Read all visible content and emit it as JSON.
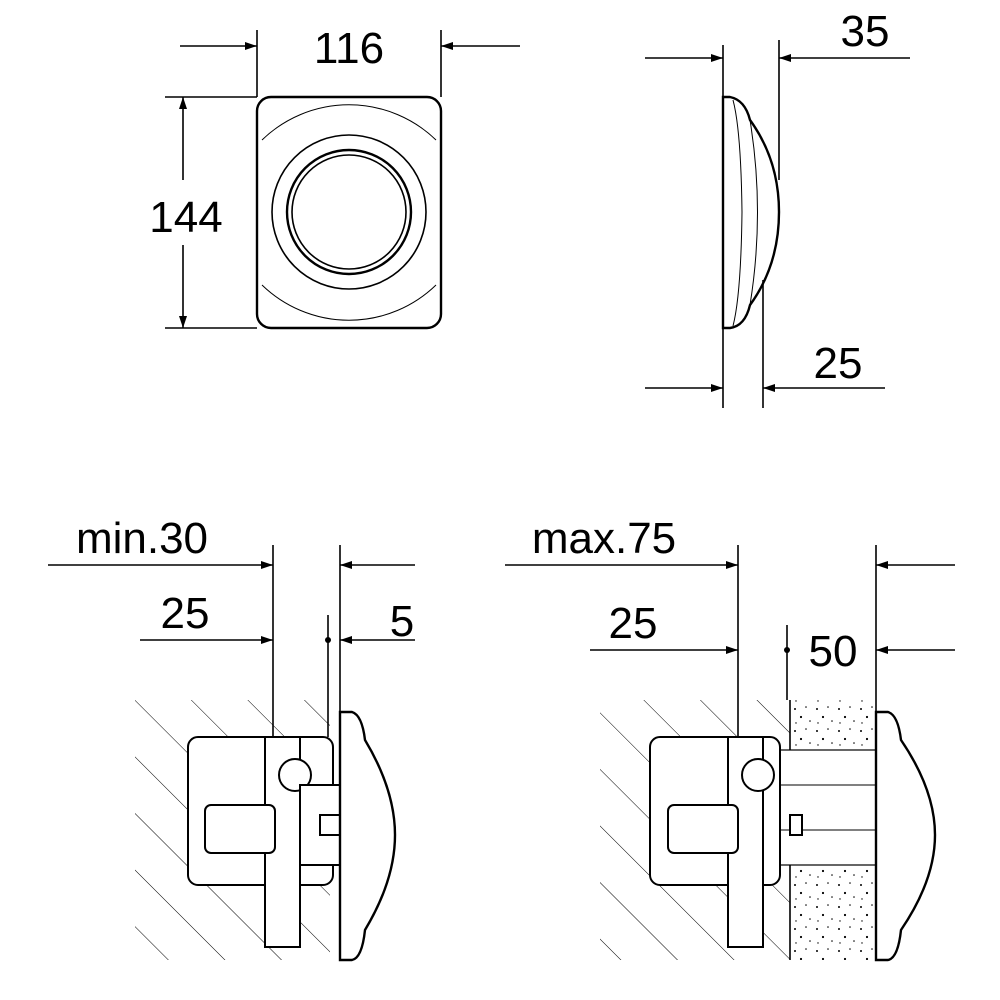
{
  "front_view": {
    "width_label": "116",
    "height_label": "144"
  },
  "side_view": {
    "depth_label": "35",
    "plate_label": "25"
  },
  "install_min": {
    "total_label": "min.30",
    "plate_label": "25",
    "gap_label": "5"
  },
  "install_max": {
    "total_label": "max.75",
    "plate_label": "25",
    "tile_label": "50"
  }
}
